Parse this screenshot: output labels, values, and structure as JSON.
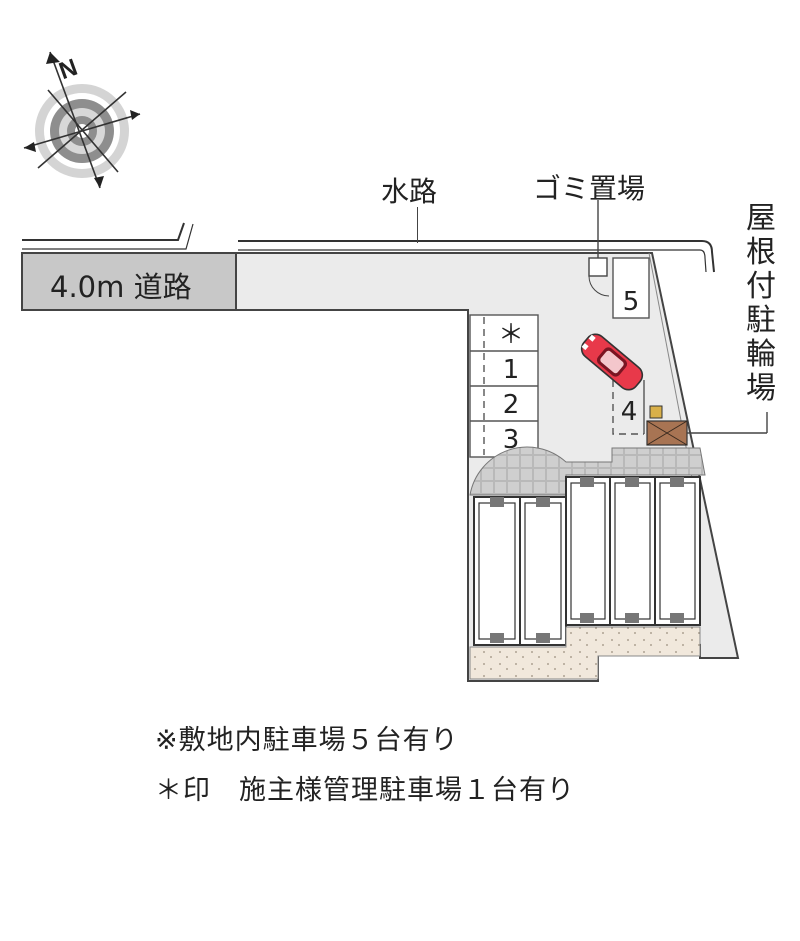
{
  "compass": {
    "north_label": "N",
    "icon": "compass-rose-icon"
  },
  "labels": {
    "waterway": "水路",
    "garbage": "ゴミ置場",
    "road": "4.0m 道路",
    "bike_parking": "屋根付駐輪場"
  },
  "parking": {
    "slots": [
      {
        "label": "＊"
      },
      {
        "label": "1"
      },
      {
        "label": "2"
      },
      {
        "label": "3"
      },
      {
        "label": "4"
      },
      {
        "label": "5"
      }
    ]
  },
  "notes": [
    "※敷地内駐車場５台有り",
    "＊印　施主様管理駐車場１台有り"
  ],
  "colors": {
    "lot": "#ebebeb",
    "road": "#c8c8c8",
    "line": "#444444",
    "waterway": "#dde3ee",
    "car": "#e8394a",
    "bike_shelter": "#a87453",
    "sand": "#f1e8dc"
  }
}
